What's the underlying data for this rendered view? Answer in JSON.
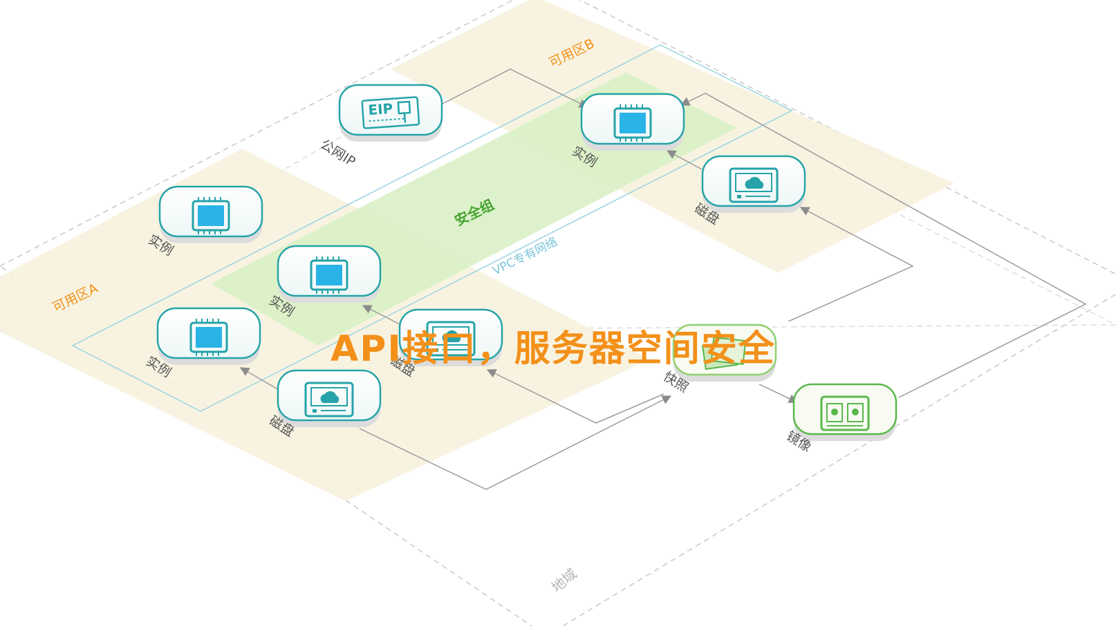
{
  "diagram": {
    "region_label": "地域",
    "zone_a_label": "可用区A",
    "zone_b_label": "可用区B",
    "vpc_label": "VPC专有网络",
    "security_group_label": "安全组",
    "nodes": {
      "eip": {
        "icon": "eip-icon",
        "icon_text": "EIP",
        "label": "公网IP"
      },
      "instance_b": {
        "icon": "cpu-chip-icon",
        "label": "实例"
      },
      "disk_b": {
        "icon": "cloud-disk-icon",
        "label": "磁盘"
      },
      "instance_a1": {
        "icon": "cpu-chip-icon",
        "label": "实例"
      },
      "instance_sg": {
        "icon": "cpu-chip-icon",
        "label": "实例"
      },
      "instance_a2": {
        "icon": "cpu-chip-icon",
        "label": "实例"
      },
      "disk_a_mid": {
        "icon": "cloud-disk-icon",
        "label": "磁盘"
      },
      "disk_a": {
        "icon": "cloud-disk-icon",
        "label": "磁盘"
      },
      "snapshot": {
        "icon": "snapshot-icon",
        "label": "快照"
      },
      "image": {
        "icon": "image-icon",
        "label": "镜像"
      }
    },
    "colors": {
      "zone_fill": "#f7f1dc",
      "security_group_fill": "#dcf1c8",
      "vpc_stroke": "#9bd4e2",
      "teal": "#25a3a8",
      "green": "#59b84a",
      "orange": "#f39019",
      "connector": "#9a9a9a"
    }
  },
  "overlay_title": "API接口，服务器空间安全"
}
